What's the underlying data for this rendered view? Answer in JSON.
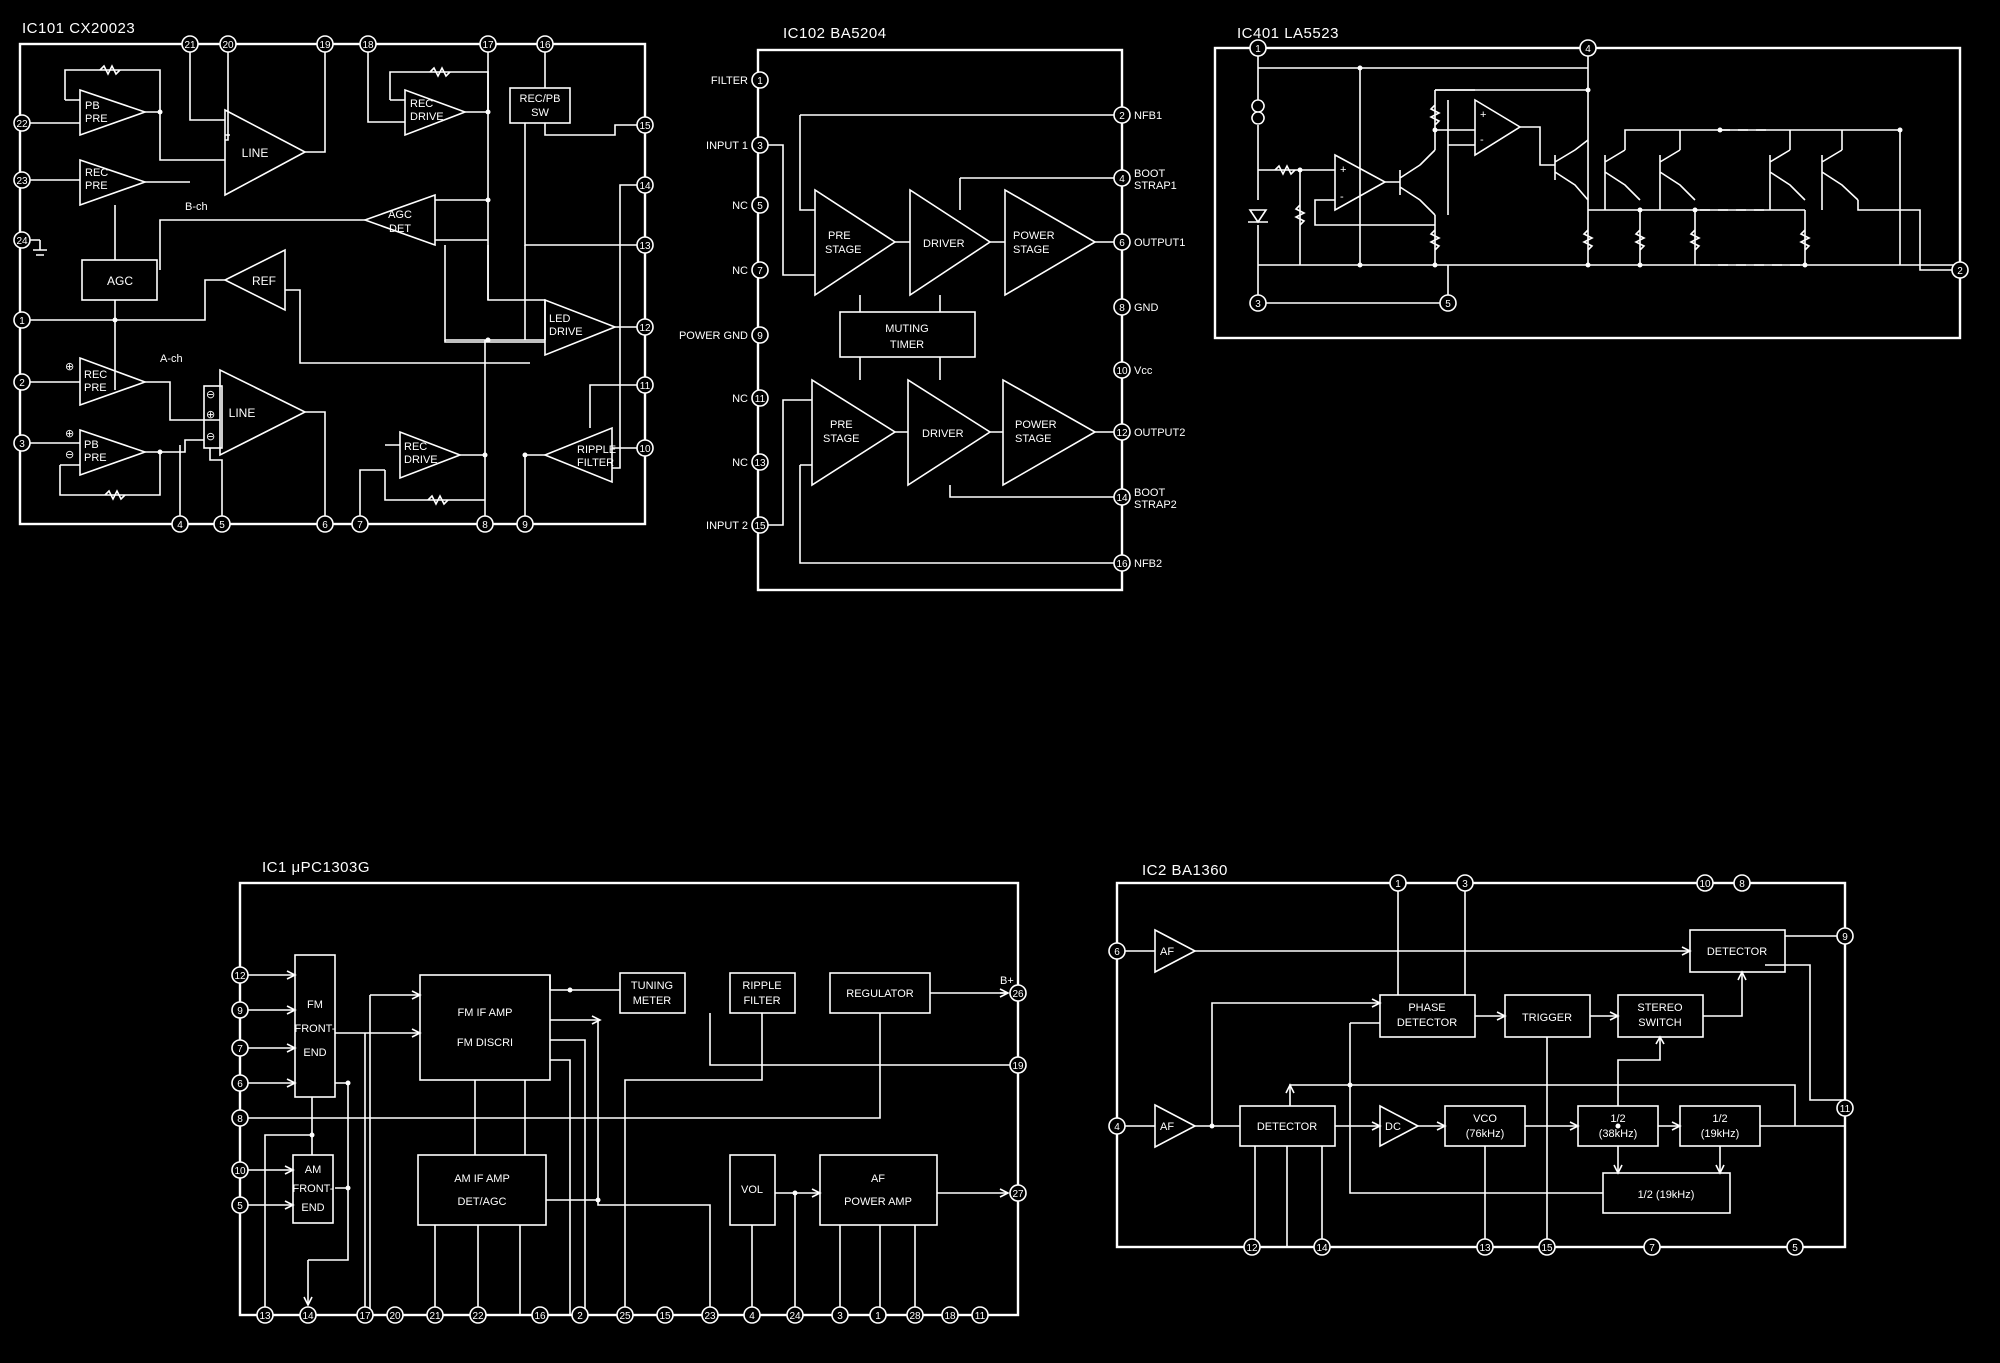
{
  "colors": {
    "background": "#000000",
    "line": "#ffffff"
  },
  "ic101": {
    "title": "IC101 CX20023",
    "blocks": {
      "pb_pre_1": "PB",
      "pb_pre_2": "PRE",
      "rec_pre_b_1": "REC",
      "rec_pre_b_2": "PRE",
      "line_b": "LINE",
      "rec_drive_b_1": "REC",
      "rec_drive_b_2": "DRIVE",
      "rec_pb_sw_1": "REC/PB",
      "rec_pb_sw_2": "SW",
      "agc_det_1": "AGC",
      "agc_det_2": "DET",
      "agc": "AGC",
      "ref": "REF",
      "led_drive_1": "LED",
      "led_drive_2": "DRIVE",
      "rec_pre_a_1": "REC",
      "rec_pre_a_2": "PRE",
      "pb_pre_a_1": "PB",
      "pb_pre_a_2": "PRE",
      "line_a": "LINE",
      "rec_drive_a_1": "REC",
      "rec_drive_a_2": "DRIVE",
      "ripple_filter_1": "RIPPLE",
      "ripple_filter_2": "FILTER"
    },
    "labels": {
      "b_ch": "B-ch",
      "a_ch": "A-ch"
    },
    "pins": [
      "21",
      "20",
      "19",
      "18",
      "17",
      "16",
      "22",
      "23",
      "24",
      "1",
      "2",
      "3",
      "15",
      "14",
      "13",
      "12",
      "11",
      "10",
      "4",
      "5",
      "6",
      "7",
      "8",
      "9"
    ]
  },
  "ic102": {
    "title": "IC102 BA5204",
    "left_pins": [
      {
        "num": "1",
        "label": "FILTER"
      },
      {
        "num": "3",
        "label": "INPUT 1"
      },
      {
        "num": "5",
        "label": "NC"
      },
      {
        "num": "7",
        "label": "NC"
      },
      {
        "num": "9",
        "label": "POWER GND"
      },
      {
        "num": "11",
        "label": "NC"
      },
      {
        "num": "13",
        "label": "NC"
      },
      {
        "num": "15",
        "label": "INPUT 2"
      }
    ],
    "right_pins": [
      {
        "num": "2",
        "label": "NFB1"
      },
      {
        "num": "4",
        "label": "BOOT",
        "label2": "STRAP1"
      },
      {
        "num": "6",
        "label": "OUTPUT1"
      },
      {
        "num": "8",
        "label": "GND"
      },
      {
        "num": "10",
        "label": "Vcc"
      },
      {
        "num": "12",
        "label": "OUTPUT2"
      },
      {
        "num": "14",
        "label": "BOOT",
        "label2": "STRAP2"
      },
      {
        "num": "16",
        "label": "NFB2"
      }
    ],
    "blocks": {
      "pre_1": "PRE",
      "pre_2": "STAGE",
      "driver": "DRIVER",
      "power_1": "POWER",
      "power_2": "STAGE",
      "muting_1": "MUTING",
      "muting_2": "TIMER"
    }
  },
  "ic401": {
    "title": "IC401 LA5523",
    "pins": [
      "1",
      "4",
      "3",
      "5",
      "2"
    ],
    "signs": {
      "plus": "+",
      "minus": "-"
    }
  },
  "ic1": {
    "title": "IC1 μPC1303G",
    "left_pins": [
      "12",
      "9",
      "7",
      "6",
      "8",
      "10",
      "5"
    ],
    "right_pins": [
      "26",
      "19",
      "27"
    ],
    "bottom_pins": [
      "13",
      "14",
      "17",
      "20",
      "21",
      "22",
      "16",
      "2",
      "25",
      "15",
      "23",
      "4",
      "24",
      "3",
      "1",
      "28",
      "18",
      "11"
    ],
    "b_plus": "B+",
    "blocks": {
      "fm_front_1": "FM",
      "fm_front_2": "FRONT-",
      "fm_front_3": "END",
      "am_front_1": "AM",
      "am_front_2": "FRONT-",
      "am_front_3": "END",
      "fm_if_1": "FM IF AMP",
      "fm_if_2": "FM DISCRI",
      "am_if_1": "AM IF AMP",
      "am_if_2": "DET/AGC",
      "tuning_1": "TUNING",
      "tuning_2": "METER",
      "ripple_1": "RIPPLE",
      "ripple_2": "FILTER",
      "regulator": "REGULATOR",
      "vol": "VOL",
      "af_1": "AF",
      "af_2": "POWER AMP"
    }
  },
  "ic2": {
    "title": "IC2 BA1360",
    "top_pins": [
      "1",
      "3",
      "10",
      "8"
    ],
    "left_pins": [
      "6",
      "4"
    ],
    "right_pins": [
      "9",
      "11"
    ],
    "bottom_pins": [
      "12",
      "14",
      "13",
      "15",
      "7",
      "5"
    ],
    "blocks": {
      "af_top": "AF",
      "af_bot": "AF",
      "detector_top": "DETECTOR",
      "phase_1": "PHASE",
      "phase_2": "DETECTOR",
      "trigger": "TRIGGER",
      "stereo_1": "STEREO",
      "stereo_2": "SWITCH",
      "detector_mid": "DETECTOR",
      "dc": "DC",
      "vco_1": "VCO",
      "vco_2": "(76kHz)",
      "half38_1": "1/2",
      "half38_2": "(38kHz)",
      "half19_1": "1/2",
      "half19_2": "(19kHz)",
      "half19b": "1/2 (19kHz)"
    }
  }
}
